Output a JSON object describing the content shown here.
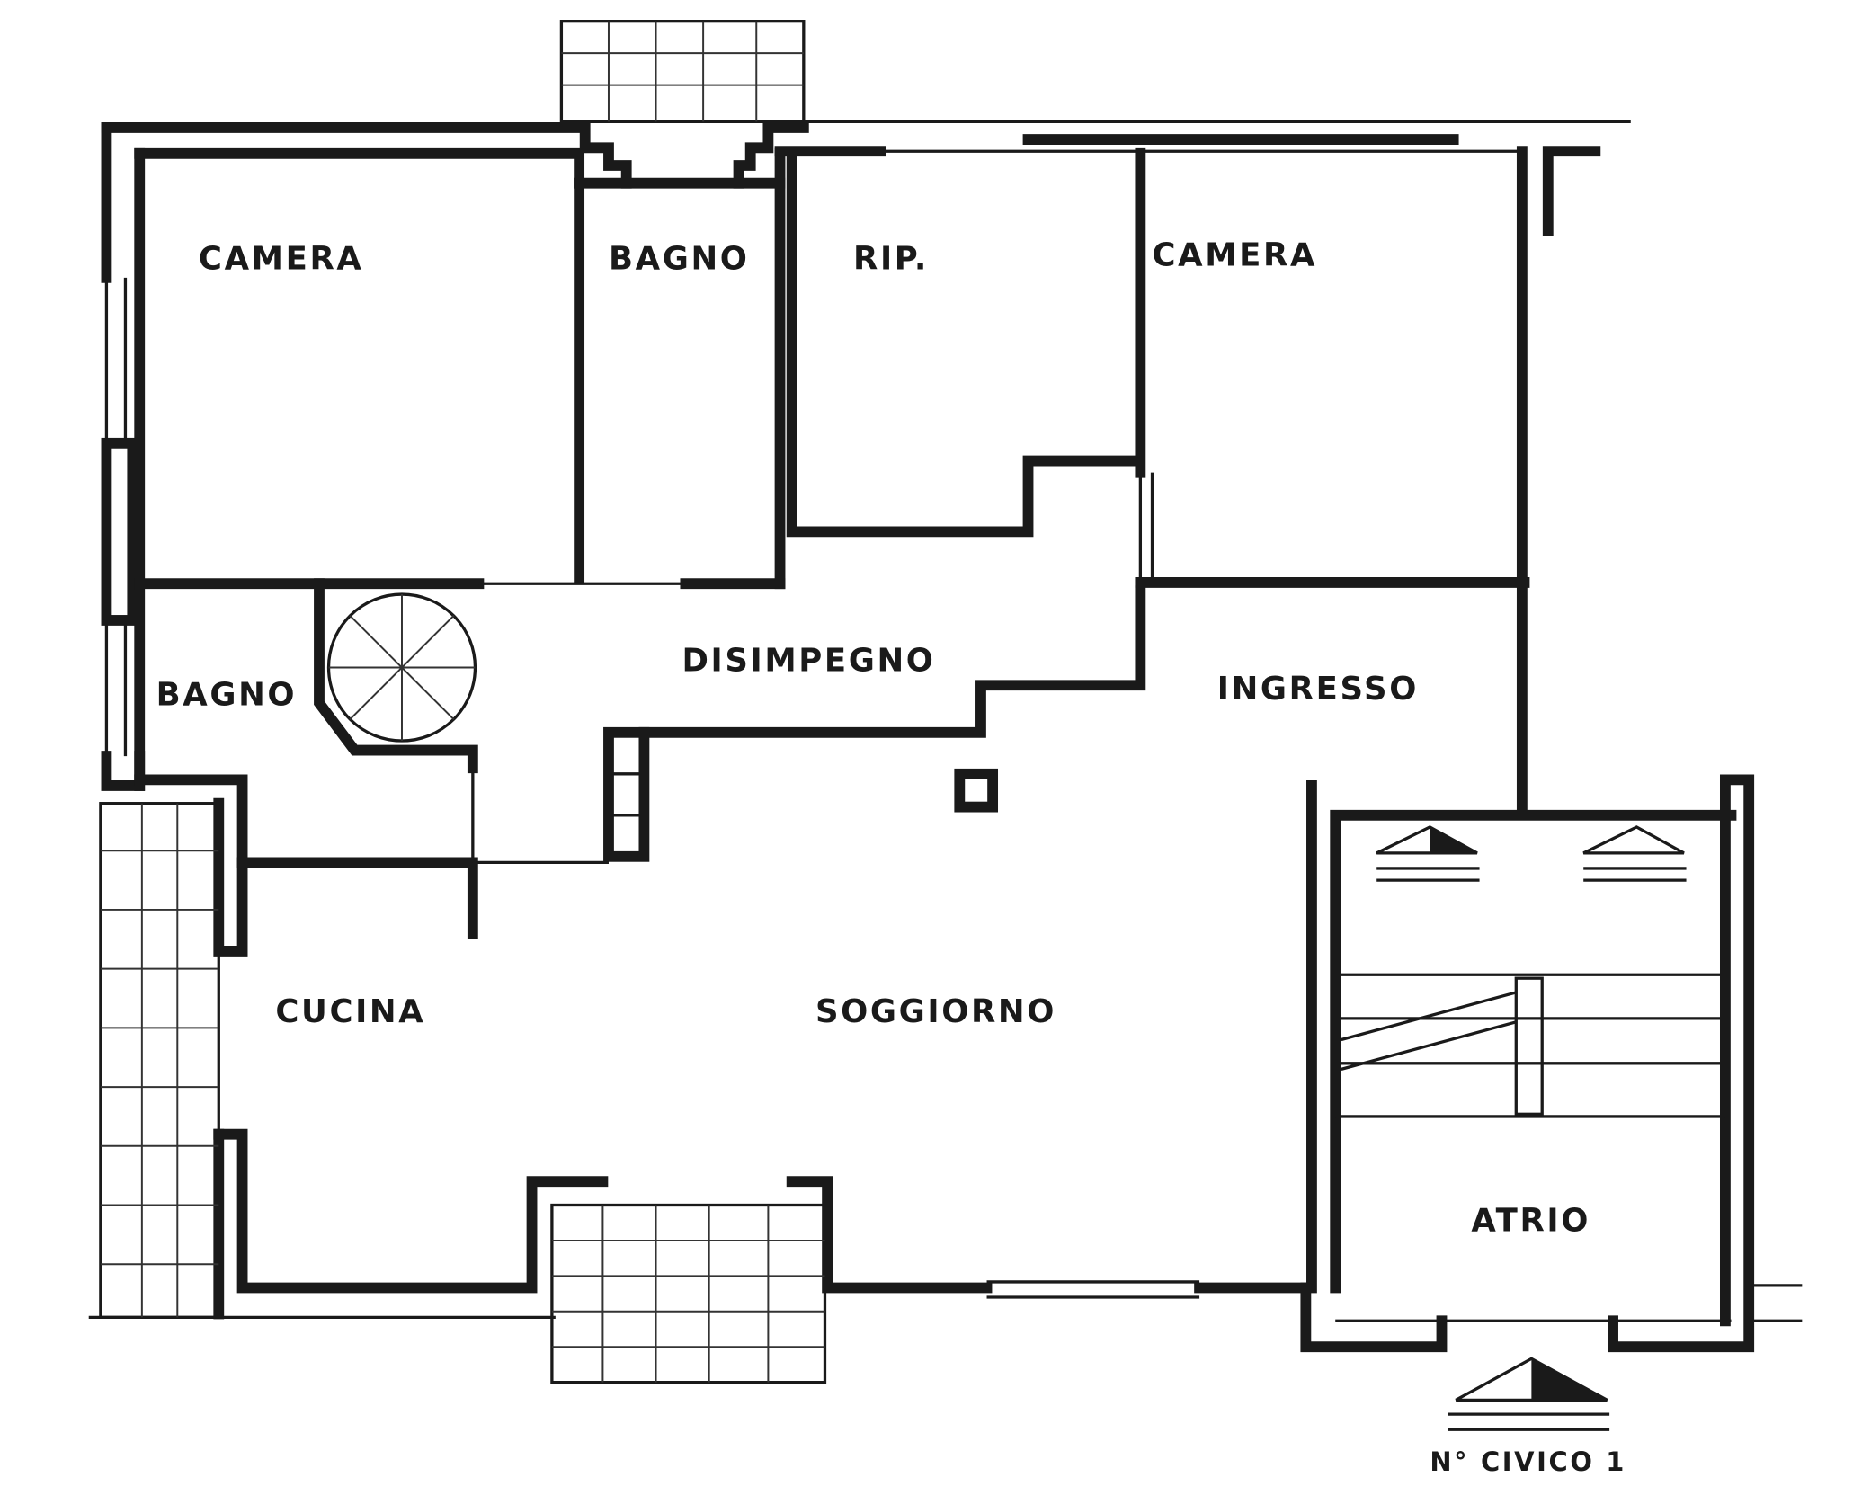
{
  "plan": {
    "rooms": {
      "camera_left": "CAMERA",
      "bagno_top": "BAGNO",
      "ripostiglio": "RIP.",
      "camera_right": "CAMERA",
      "bagno_left": "BAGNO",
      "disimpegno": "DISIMPEGNO",
      "ingresso": "INGRESSO",
      "cucina": "CUCINA",
      "soggiorno": "SOGGIORNO",
      "atrio": "ATRIO"
    },
    "street_number": "N° CIVICO 1",
    "ink_color": "#1a1a1a"
  }
}
